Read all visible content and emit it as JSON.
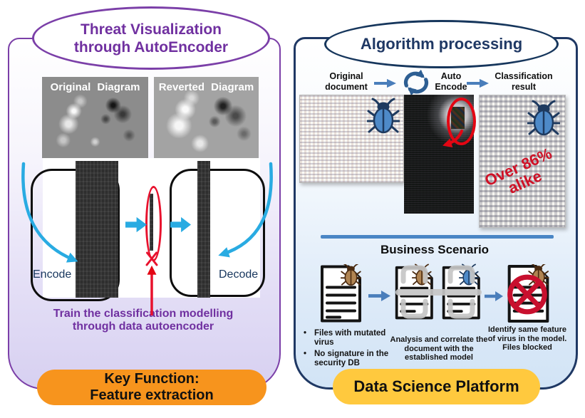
{
  "left": {
    "title_line1": "Threat Visualization",
    "title_line2": "through AutoEncoder",
    "original_image_label": "Original Diagram",
    "reverted_image_label": "Reverted Diagram",
    "encode_label": "Encode",
    "decode_label": "Decode",
    "train_caption_line1": "Train the classification modelling",
    "train_caption_line2": "through data autoencoder",
    "key_pill_line1": "Key Function:",
    "key_pill_line2": "Feature extraction"
  },
  "right": {
    "title": "Algorithm processing",
    "steps": [
      {
        "line1": "Original",
        "line2": "document"
      },
      {
        "line1": "Auto",
        "line2": "Encode"
      },
      {
        "line1": "Classification",
        "line2": "result"
      }
    ],
    "alike_line1": "Over 86%",
    "alike_line2": "alike",
    "business": {
      "heading": "Business Scenario",
      "bullets": [
        "Files with mutated virus",
        "No signature in the security DB"
      ],
      "caption_analyze": "Analysis and correlate the document with the established model",
      "caption_identify": "Identify same feature of virus in the model.  Files blocked",
      "pill": "Data Science Platform"
    }
  },
  "colors": {
    "purple": "#7030A0",
    "purple_border": "#7B3FA8",
    "navy": "#1F3864",
    "orange": "#F7941D",
    "yellow": "#FFC93E",
    "cyan": "#29ABE2",
    "steel_blue": "#4A7EBB",
    "red": "#E30613",
    "gray_bracket": "#C6C6C6"
  },
  "icons": {
    "refresh": "cycle-refresh-icon",
    "bug_blue": "virus-bug-blue-icon",
    "bug_brown": "virus-bug-brown-icon",
    "blocked": "no-entry-blocked-icon"
  }
}
